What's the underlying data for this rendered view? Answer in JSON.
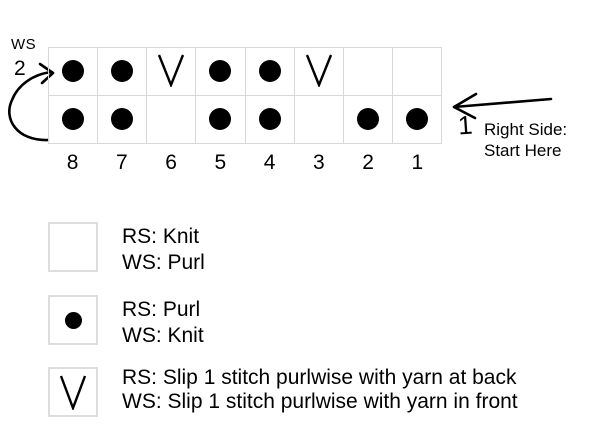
{
  "chart": {
    "ws_label": "WS",
    "left_row_number": "2",
    "right_row_number": "1",
    "right_note": {
      "line1": "Right Side:",
      "line2": "Start Here"
    },
    "column_numbers": [
      "8",
      "7",
      "6",
      "5",
      "4",
      "3",
      "2",
      "1"
    ],
    "rows": [
      {
        "number": 2,
        "side": "WS",
        "cells": [
          "purl-dot",
          "purl-dot",
          "slip-v",
          "purl-dot",
          "purl-dot",
          "slip-v",
          "knit-blank",
          "knit-blank"
        ]
      },
      {
        "number": 1,
        "side": "RS",
        "cells": [
          "purl-dot",
          "purl-dot",
          "knit-blank",
          "purl-dot",
          "purl-dot",
          "knit-blank",
          "purl-dot",
          "purl-dot"
        ]
      }
    ]
  },
  "legend": {
    "items": [
      {
        "symbol": "knit-blank",
        "rs_label": "RS: Knit",
        "ws_label": "WS: Purl"
      },
      {
        "symbol": "purl-dot",
        "rs_label": "RS: Purl",
        "ws_label": "WS: Knit"
      },
      {
        "symbol": "slip-v",
        "rs_label": "RS: Slip 1 stitch purlwise with yarn at back",
        "ws_label": "WS: Slip 1 stitch purlwise with yarn in front"
      }
    ]
  },
  "colors": {
    "grid_line": "#d7d7d7",
    "ink": "#000000",
    "background": "#ffffff"
  }
}
